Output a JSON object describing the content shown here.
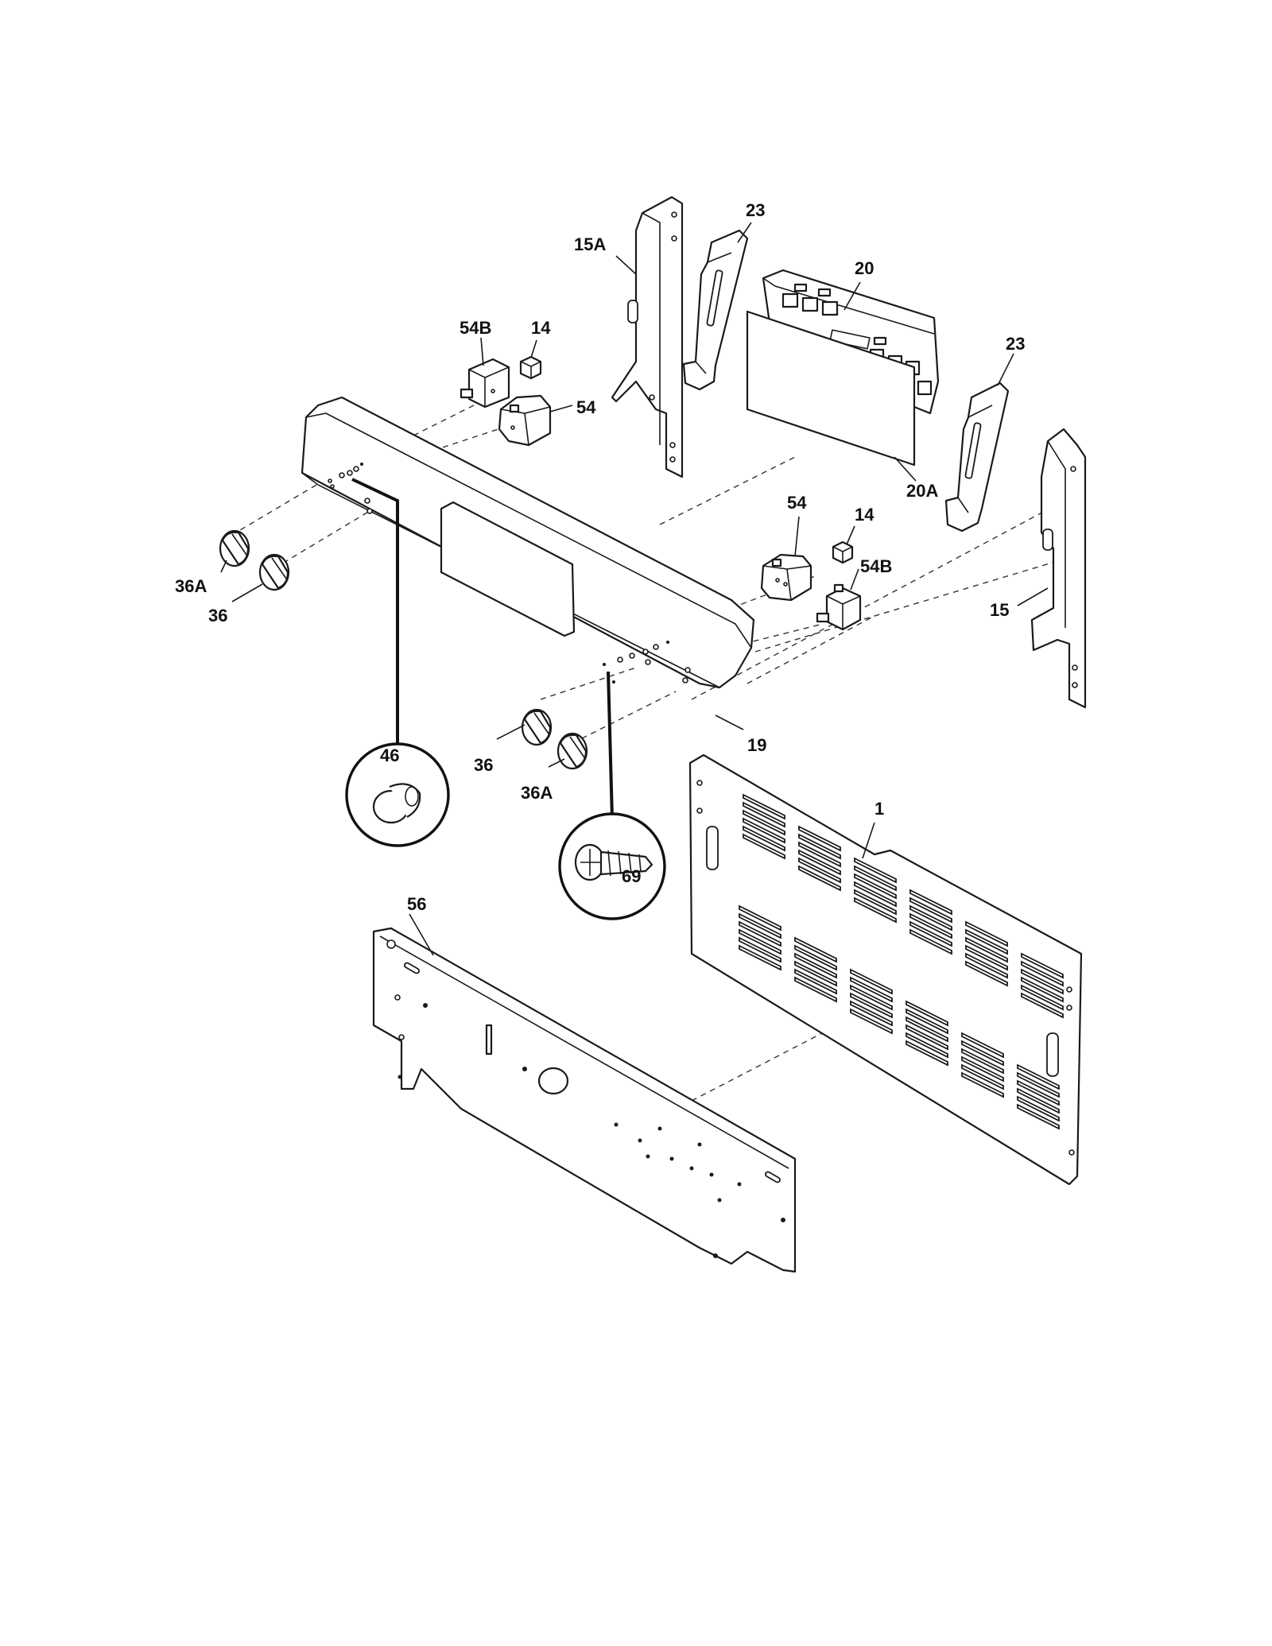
{
  "labels": {
    "p1": "1",
    "p14a": "14",
    "p14b": "14",
    "p15": "15",
    "p15a": "15A",
    "p19": "19",
    "p20": "20",
    "p20a": "20A",
    "p23a": "23",
    "p23b": "23",
    "p36a": "36",
    "p36b": "36",
    "p36a1": "36A",
    "p36a2": "36A",
    "p46": "46",
    "p54a": "54",
    "p54b": "54",
    "p54b1": "54B",
    "p54b2": "54B",
    "p56": "56",
    "p69": "69"
  },
  "icons": {
    "knob": "knob-icon",
    "switch": "infinite-switch-icon",
    "screw": "screw-icon",
    "bumper": "bumper-icon"
  }
}
